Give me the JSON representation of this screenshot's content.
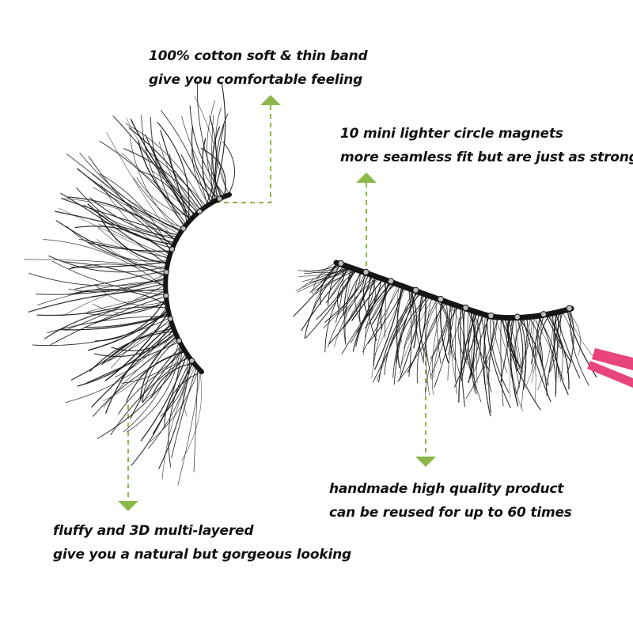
{
  "colors": {
    "background": "#ffffff",
    "text": "#111111",
    "connector": "#8cb84a",
    "lash": "#151515",
    "magnet": "#bdbdbd",
    "tweezers": "#e8457a"
  },
  "captions": {
    "band": {
      "line1": "100% cotton soft & thin band",
      "line2": "give you comfortable feeling"
    },
    "magnets": {
      "line1": "10 mini lighter circle magnets",
      "line2": "more seamless fit but are just as stronger"
    },
    "handmade": {
      "line1": "handmade high quality product",
      "line2": "can be reused for up to 60 times"
    },
    "fluffy": {
      "line1": "fluffy and 3D multi-layered",
      "line2": "give you a natural but gorgeous looking"
    }
  },
  "objects": {
    "left_lash": "curled-eyelash",
    "right_lash": "eyelash-on-tweezers",
    "magnet_count": 10
  }
}
